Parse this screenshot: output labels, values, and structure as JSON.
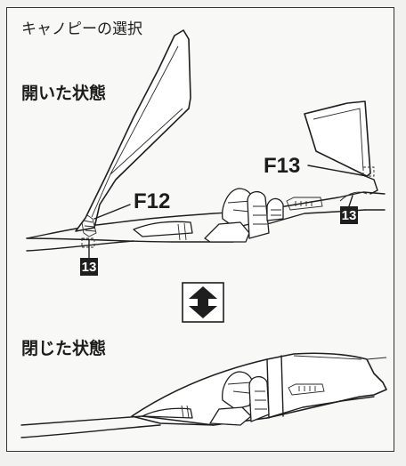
{
  "title": "キャノピーの選択",
  "open_state": {
    "label": "開いた状態"
  },
  "closed_state": {
    "label": "閉じた状態"
  },
  "parts": {
    "f12": "F12",
    "f13": "F13",
    "badge_left": "13",
    "badge_right": "13"
  },
  "colors": {
    "badge_bg": "#1e1e1e",
    "line": "#1e1e1e",
    "paper": "#f8f8f6"
  },
  "icons": {
    "toggle": "up-down-arrow-icon"
  }
}
